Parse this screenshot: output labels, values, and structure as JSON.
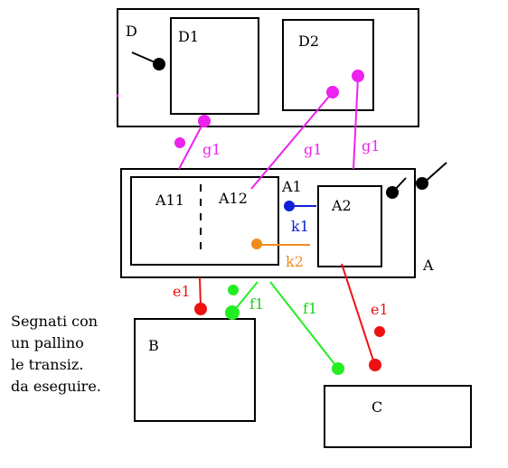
{
  "states": {
    "D": "D",
    "D1": "D1",
    "D2": "D2",
    "A": "A",
    "A1": "A1",
    "A11": "A11",
    "A12": "A12",
    "A2": "A2",
    "B": "B",
    "C": "C"
  },
  "transitions": {
    "g1_a": "g1",
    "g1_b": "g1",
    "g1_c": "g1",
    "k1": "k1",
    "k2": "k2",
    "e1_a": "e1",
    "e1_b": "e1",
    "f1_a": "f1",
    "f1_b": "f1"
  },
  "note": {
    "line1": "Segnati con",
    "line2": "un pallino",
    "line3": "le transiz.",
    "line4": "da eseguire."
  },
  "colors": {
    "g": "#ee22ee",
    "k1": "#1020d8",
    "k2": "#f08c1e",
    "e": "#ee1111",
    "f": "#22ee22",
    "box": "#000000"
  }
}
